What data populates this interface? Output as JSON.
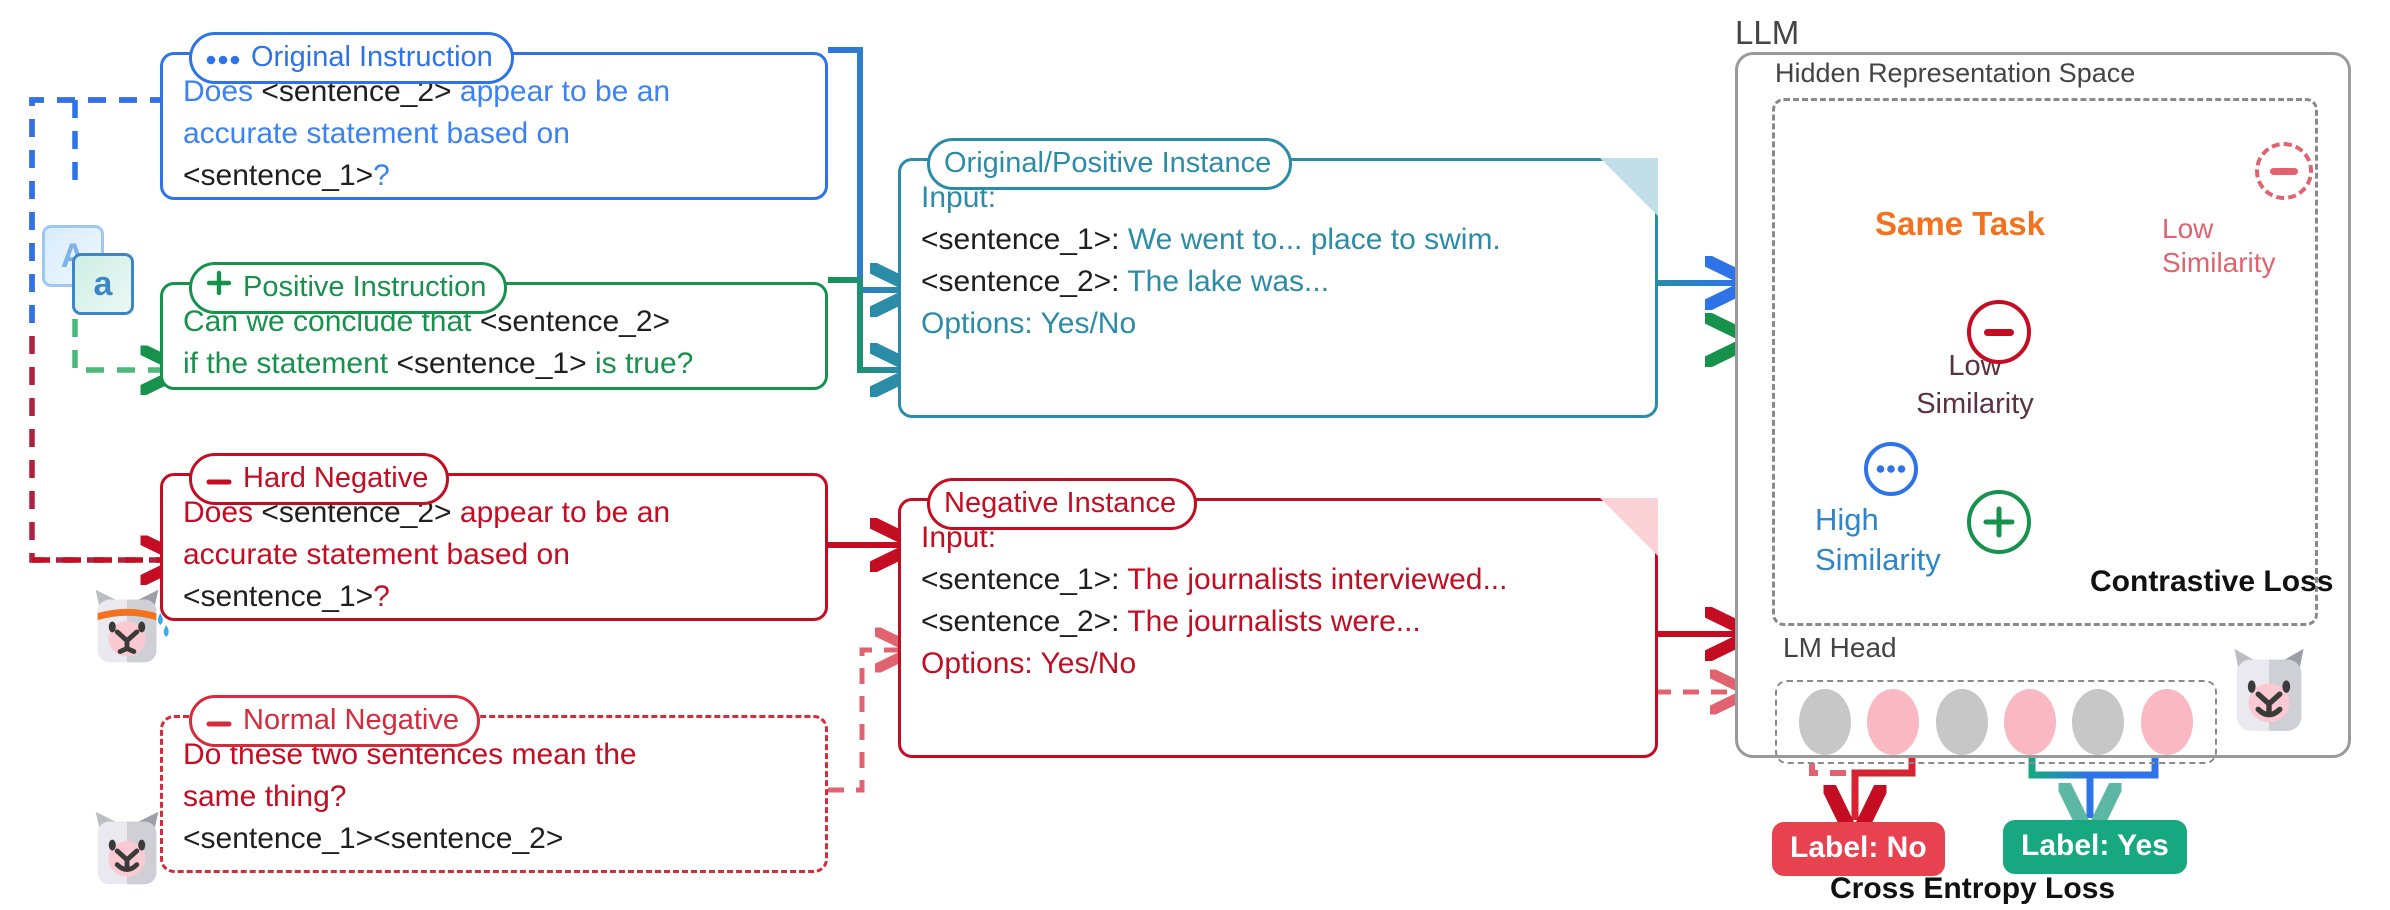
{
  "instructions": {
    "original": {
      "title": "Original Instruction",
      "icon": "dots-icon",
      "line1_a": "Does ",
      "line1_slot": "<sentence_2>",
      "line1_b": " appear to be an",
      "line2": "accurate statement based on",
      "line3_slot": "<sentence_1>",
      "line3_b": "?"
    },
    "positive": {
      "title": "Positive Instruction",
      "icon": "plus-icon",
      "line1_a": "Can we conclude that ",
      "line1_slot": "<sentence_2>",
      "line2_a": "if the statement ",
      "line2_slot": "<sentence_1>",
      "line2_b": " is true?"
    },
    "hard_negative": {
      "title": "Hard Negative",
      "icon": "minus-icon",
      "line1_a": "Does ",
      "line1_slot": "<sentence_2>",
      "line1_b": " appear to be an",
      "line2": "accurate statement based on",
      "line3_slot": "<sentence_1>",
      "line3_b": "?"
    },
    "normal_negative": {
      "title": "Normal Negative",
      "icon": "minus-icon",
      "line1": "Do these two sentences mean the",
      "line2": "same thing?",
      "line3_slot_a": "<sentence_1>",
      "line3_slot_b": "<sentence_2>"
    }
  },
  "instances": {
    "positive": {
      "title": "Original/Positive Instance",
      "input_label": "Input:",
      "s1_slot": "<sentence_1>:",
      "s1_text": " We went to... place to swim.",
      "s2_slot": "<sentence_2>:",
      "s2_text": " The lake was...",
      "options": "Options: Yes/No"
    },
    "negative": {
      "title": "Negative Instance",
      "input_label": "Input:",
      "s1_slot": "<sentence_1>:",
      "s1_text": " The journalists interviewed...",
      "s2_slot": "<sentence_2>:",
      "s2_text": " The journalists were...",
      "options": "Options: Yes/No"
    }
  },
  "llm": {
    "title": "LLM",
    "hidden_space_label": "Hidden Representation Space",
    "same_task_label": "Same Task",
    "low_similarity_outer": "Low\nSimilarity",
    "low_similarity_outer_line1": "Low",
    "low_similarity_outer_line2": "Similarity",
    "low_similarity_inner_line1": "Low",
    "low_similarity_inner_line2": "Similarity",
    "high_similarity_line1": "High",
    "high_similarity_line2": "Similarity",
    "contrastive_loss_label": "Contrastive Loss",
    "lm_head_label": "LM Head",
    "cross_entropy_label": "Cross Entropy Loss",
    "label_no": "Label: No",
    "label_yes": "Label: Yes",
    "tokens": [
      "grey",
      "pink",
      "grey",
      "pink",
      "grey",
      "pink"
    ],
    "node_minus_glyph": "minus-icon",
    "node_plus_glyph": "plus-icon",
    "node_dots_glyph": "dots-icon",
    "node_minus_dashed_glyph": "minus-dashed-icon"
  },
  "icons": {
    "text_icon_back": "A",
    "text_icon_front": "a",
    "llama_worried": "llama-worried-icon",
    "llama_calm": "llama-calm-icon",
    "llama_llm": "llama-llm-icon"
  },
  "colors": {
    "blue": "#2e73e8",
    "blue_text": "#3b82f6",
    "green": "#17924c",
    "red": "#c40d22",
    "red_light": "#d62b3c",
    "teal": "#2b8ca8",
    "orange": "#f4711e",
    "label_no_bg": "#e8414f",
    "label_yes_bg": "#17a881",
    "grey": "#8a8a8a",
    "pink_token": "#fab8c2",
    "grey_token": "#c7c7c7"
  }
}
